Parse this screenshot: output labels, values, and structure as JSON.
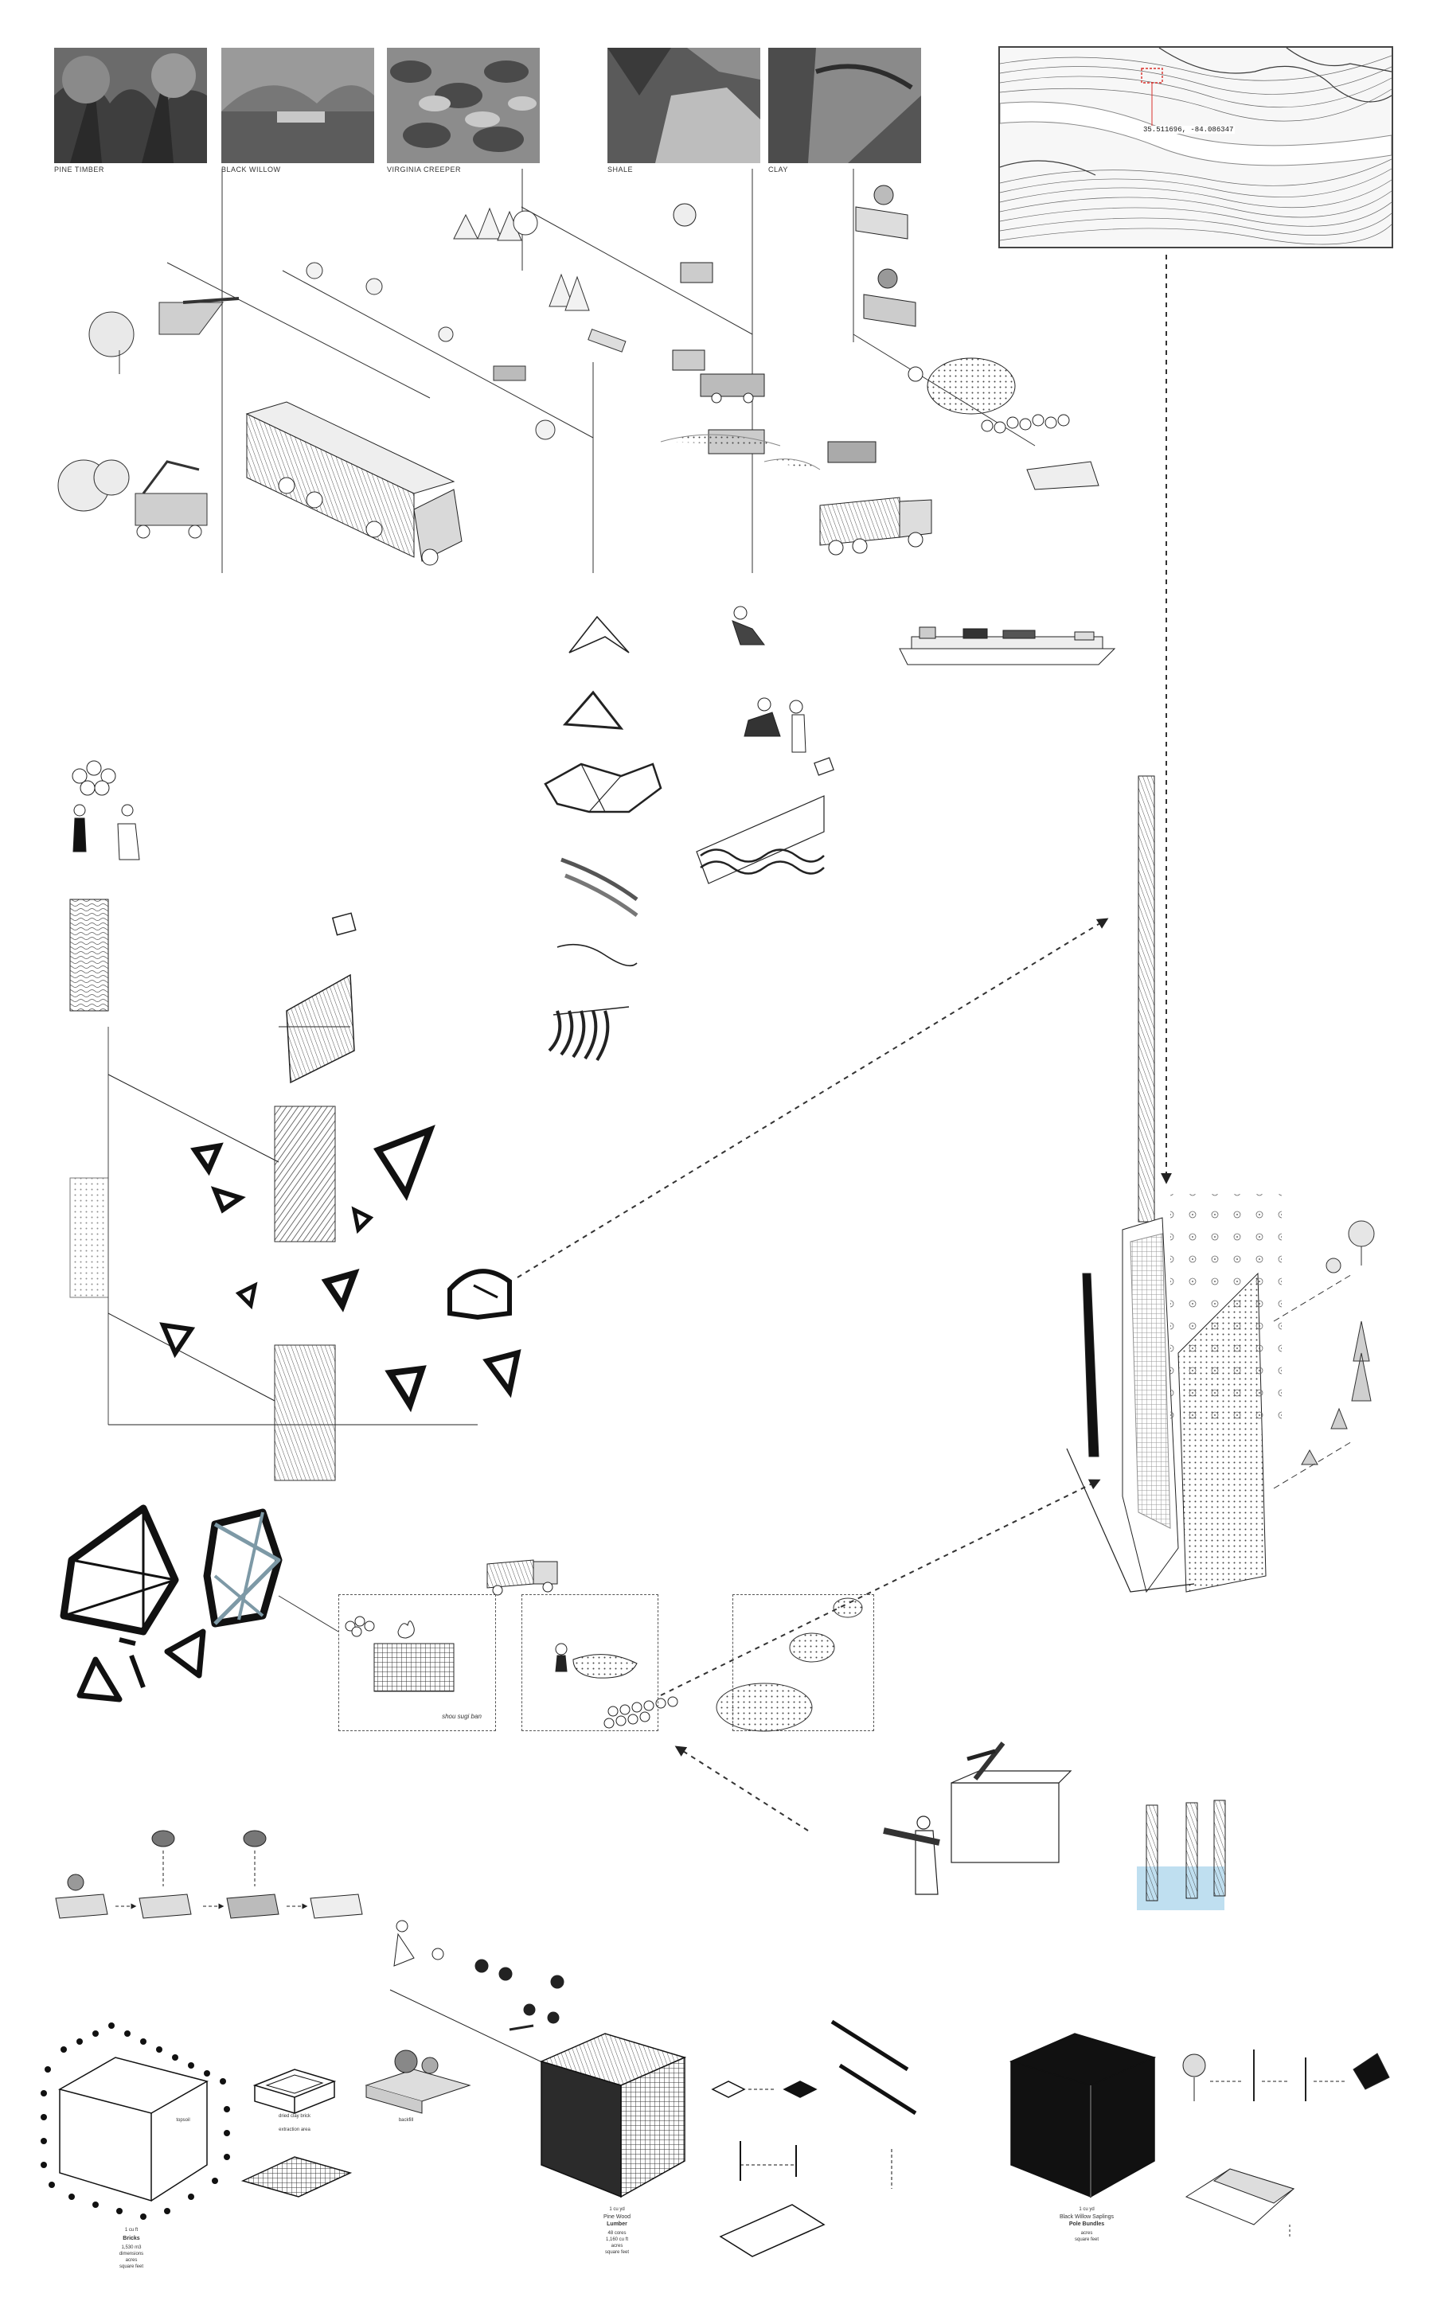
{
  "photos": [
    {
      "caption": "PINE TIMBER"
    },
    {
      "caption": "BLACK WILLOW"
    },
    {
      "caption": "VIRGINIA CREEPER"
    },
    {
      "caption": "SHALE"
    },
    {
      "caption": "CLAY"
    }
  ],
  "map": {
    "coordinates": "35.511696, -84.086347"
  },
  "kiln_box": {
    "label": "shou sugi ban"
  },
  "bricks": {
    "caption_small": "1 cu ft",
    "title": "Bricks",
    "stats": [
      "1,530 m3",
      "dimensions",
      "acres",
      "square feet"
    ]
  },
  "lumber": {
    "caption_small": "1 cu yd",
    "title_1": "Pine Wood",
    "title_2": "Lumber",
    "stats": [
      "48 cores",
      "1,160 cu ft",
      "acres",
      "square feet"
    ]
  },
  "poles": {
    "caption_small": "1 cu yd",
    "title_1": "Black Willow Saplings",
    "title_2": "Pole Bundles",
    "stats": [
      "acres",
      "square feet"
    ]
  },
  "brick_notes": [
    "dried clay brick",
    "extraction area",
    "backfill",
    "topsoil"
  ],
  "colors": {
    "line": "#222222",
    "dashed": "#333333",
    "water": "#bfdff0",
    "map_stroke": "#555555",
    "marker": "#d9302c"
  }
}
